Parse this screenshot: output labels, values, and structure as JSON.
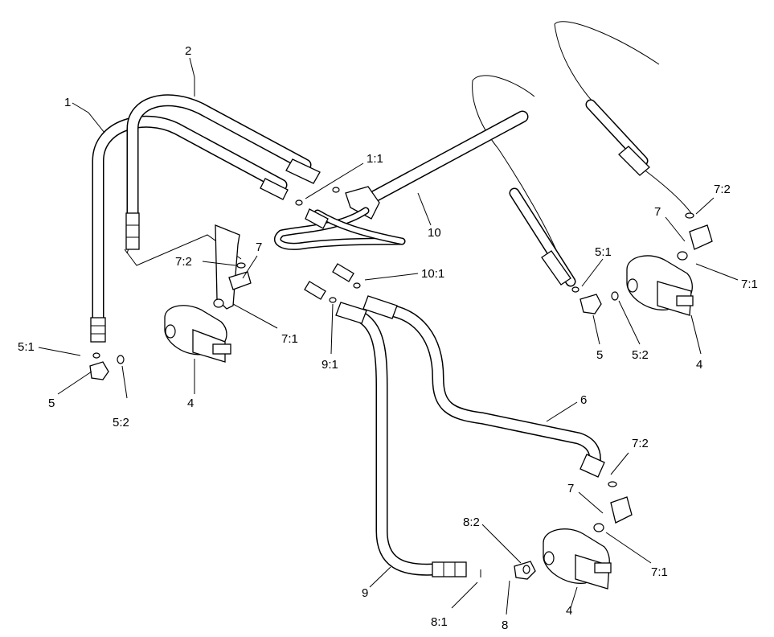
{
  "callouts": [
    {
      "id": "c1",
      "text": "1"
    },
    {
      "id": "c2",
      "text": "2"
    },
    {
      "id": "c11",
      "text": "1:1"
    },
    {
      "id": "c72a",
      "text": "7:2"
    },
    {
      "id": "c7a",
      "text": "7"
    },
    {
      "id": "c10",
      "text": "10"
    },
    {
      "id": "c101",
      "text": "10:1"
    },
    {
      "id": "c51a",
      "text": "5:1"
    },
    {
      "id": "c5a",
      "text": "5"
    },
    {
      "id": "c52a",
      "text": "5:2"
    },
    {
      "id": "c4a",
      "text": "4"
    },
    {
      "id": "c71a",
      "text": "7:1"
    },
    {
      "id": "c91",
      "text": "9:1"
    },
    {
      "id": "c72b",
      "text": "7:2"
    },
    {
      "id": "c7b",
      "text": "7"
    },
    {
      "id": "c71b",
      "text": "7:1"
    },
    {
      "id": "c51b",
      "text": "5:1"
    },
    {
      "id": "c5b",
      "text": "5"
    },
    {
      "id": "c52b",
      "text": "5:2"
    },
    {
      "id": "c4b",
      "text": "4"
    },
    {
      "id": "c6",
      "text": "6"
    },
    {
      "id": "c72c",
      "text": "7:2"
    },
    {
      "id": "c7c",
      "text": "7"
    },
    {
      "id": "c82",
      "text": "8:2"
    },
    {
      "id": "c71c",
      "text": "7:1"
    },
    {
      "id": "c9",
      "text": "9"
    },
    {
      "id": "c81",
      "text": "8:1"
    },
    {
      "id": "c8",
      "text": "8"
    },
    {
      "id": "c4c",
      "text": "4"
    }
  ]
}
